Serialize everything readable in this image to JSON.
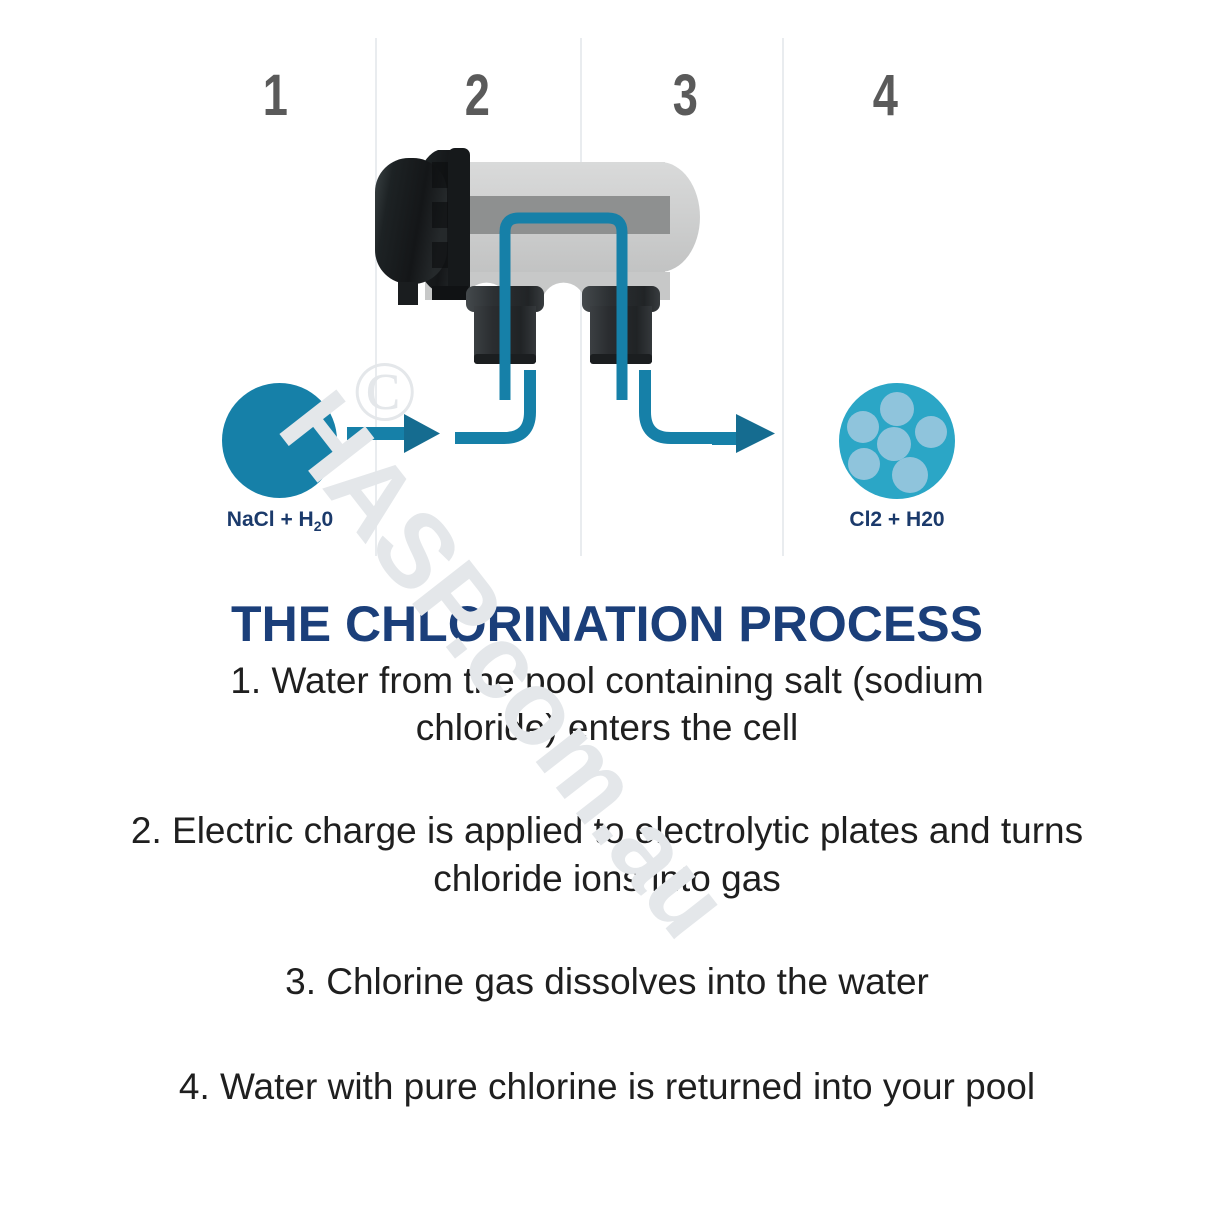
{
  "diagram": {
    "step_numbers": [
      "1",
      "2",
      "3",
      "4"
    ],
    "left_molecule": {
      "label_prefix": "NaCl + H",
      "label_sub": "2",
      "label_suffix": "0",
      "color": "#1680a8",
      "name": "salt-water-circle"
    },
    "right_molecule": {
      "label": "Cl2 + H20",
      "color": "#2ba6c6",
      "dot_color": "#8fc4dc",
      "name": "chlorinated-water-circle"
    },
    "flow_color": "#1680a8",
    "cell": {
      "cap_color": "#1b1b1b",
      "body_color": "#cfd0d0",
      "plate_color": "#8e9090",
      "port_color": "#2b2c2e"
    },
    "divider_color": "#e9ecef",
    "number_color": "#5a5a5a"
  },
  "watermark": {
    "copyright_glyph": "©",
    "text": "HASP.com.au",
    "color": "#e4e7ea"
  },
  "content": {
    "title": "THE CHLORINATION PROCESS",
    "title_color": "#1b3f7a",
    "steps": [
      "1. Water from the pool containing salt (sodium chloride) enters the cell",
      "2. Electric charge is applied to electrolytic plates and turns chloride ions into gas",
      "3. Chlorine gas dissolves into the water",
      "4. Water with pure chlorine is returned into your pool"
    ]
  }
}
